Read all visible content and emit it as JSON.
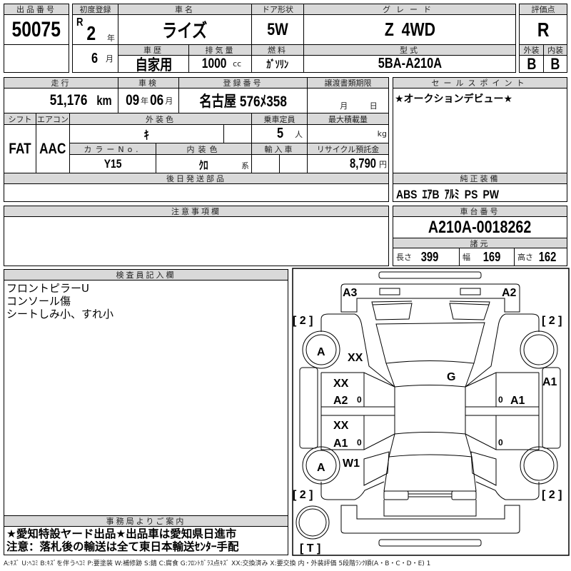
{
  "lot": {
    "label": "出品番号",
    "value": "50075"
  },
  "first_reg": {
    "label": "初度登録",
    "era": "R",
    "year": "2",
    "year_unit": "年",
    "month": "6",
    "month_unit": "月"
  },
  "car_name": {
    "label": "車名",
    "value": "ライズ"
  },
  "door": {
    "label": "ドア形状",
    "value": "5W"
  },
  "grade": {
    "label": "グレード",
    "value": "Z 4WD"
  },
  "history": {
    "label": "車歴",
    "value": "自家用"
  },
  "displacement": {
    "label": "排気量",
    "value": "1000",
    "unit": "cc"
  },
  "fuel": {
    "label": "燃料",
    "value": "ｶﾞｿﾘﾝ"
  },
  "model_code": {
    "label": "型式",
    "value": "5BA-A210A"
  },
  "score": {
    "label": "評価点",
    "value": "R",
    "ext_label": "外装",
    "int_label": "内装",
    "ext": "B",
    "int": "B"
  },
  "mileage": {
    "label": "走行",
    "value": "51,176",
    "unit": "km"
  },
  "inspection": {
    "label": "車検",
    "year": "09",
    "year_unit": "年",
    "month": "06",
    "month_unit": "月"
  },
  "registration": {
    "label": "登録番号",
    "value": "名古屋 576ﾒ358"
  },
  "transfer_deadline": {
    "label": "譲渡書類期限",
    "month_unit": "月",
    "day_unit": "日"
  },
  "shift": {
    "label": "シフト",
    "value": "FAT"
  },
  "aircon": {
    "label": "エアコン",
    "value": "AAC"
  },
  "ext_color": {
    "label": "外装色",
    "value": "ｷ"
  },
  "capacity": {
    "label": "乗車定員",
    "value": "5",
    "unit": "人"
  },
  "max_load": {
    "label": "最大積載量",
    "unit": "kg"
  },
  "color_no": {
    "label": "カラーNo.",
    "value": "Y15"
  },
  "int_color": {
    "label": "内装色",
    "value": "ｸﾛ",
    "unit": "系"
  },
  "import": {
    "label": "輸入車"
  },
  "recycle": {
    "label": "リサイクル預託金",
    "value": "8,790",
    "unit": "円"
  },
  "later_parts": {
    "label": "後日発送部品"
  },
  "sales_point": {
    "label": "セールスポイント",
    "value": "★オークションデビュー★"
  },
  "equipment": {
    "label": "純正装備",
    "value": "ABS ｴｱB ｱﾙﾐ PS PW"
  },
  "notes": {
    "label": "注意事項欄"
  },
  "chassis": {
    "label": "車台番号",
    "value": "A210A-0018262"
  },
  "specs": {
    "label": "諸元",
    "length_label": "長さ",
    "length": "399",
    "width_label": "幅",
    "width": "169",
    "height_label": "高さ",
    "height": "162"
  },
  "inspector": {
    "label": "検査員記入欄",
    "lines": [
      "フロントピラーU",
      "コンソール傷",
      "シートしみ小、すれ小"
    ]
  },
  "office": {
    "label": "事務局よりご案内",
    "lines": [
      "★愛知特設ヤード出品★出品車は愛知県日進市",
      "注意：落札後の輸送は全て東日本輸送ｾﾝﾀｰ手配"
    ]
  },
  "diagram": {
    "marks": [
      "A3",
      "A2",
      "[ 2 ]",
      "[ 2 ]",
      "[ 2 ]",
      "[ 2 ]",
      "A",
      "XX",
      "G",
      "A1",
      "XX",
      "A2",
      "0",
      "0",
      "A1",
      "XX",
      "A1",
      "0",
      "0",
      "A",
      "W1",
      "[ T ]"
    ]
  },
  "legend": "A:ｷｽﾞ U:ﾍｺﾐ B:ｷｽﾞを伴うﾍｺﾐ P:要塗装 W:補修跡 S:錆 C:腐食 G:ﾌﾛﾝﾄｶﾞﾗｽ点ｷｽﾞ XX:交換済み X:要交換 内・外装評価 5段階ﾗﾝｸ順(A・B・C・D・E) 1"
}
